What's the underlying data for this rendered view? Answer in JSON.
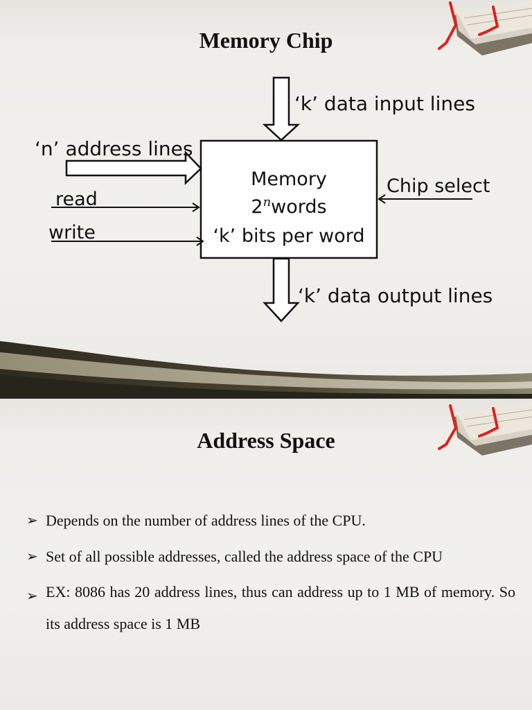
{
  "slide1": {
    "title": "Memory Chip",
    "labels": {
      "data_input": "‘k’ data input lines",
      "address_lines": "‘n’ address lines",
      "read": "read",
      "write": "write",
      "chip_select": "Chip select",
      "data_output": "‘k’ data output lines"
    },
    "box": {
      "line1": "Memory",
      "base": "2",
      "exponent": "n",
      "words": "words",
      "line3": "‘k’ bits per word"
    }
  },
  "slide2": {
    "title": "Address Space",
    "bullets": [
      "Depends on the number of address lines of the CPU.",
      "Set of all possible addresses, called the address space of the CPU",
      "EX: 8086 has 20 address lines, thus can address up to 1 MB of memory. So its address space is 1 MB"
    ]
  },
  "icons": {
    "bullet": "arrow-bullet-icon",
    "decoration": "book-bookmark-icon"
  },
  "colors": {
    "bookmark": "#e0201b",
    "text": "#111111",
    "wave_dark": "#3a3626"
  }
}
